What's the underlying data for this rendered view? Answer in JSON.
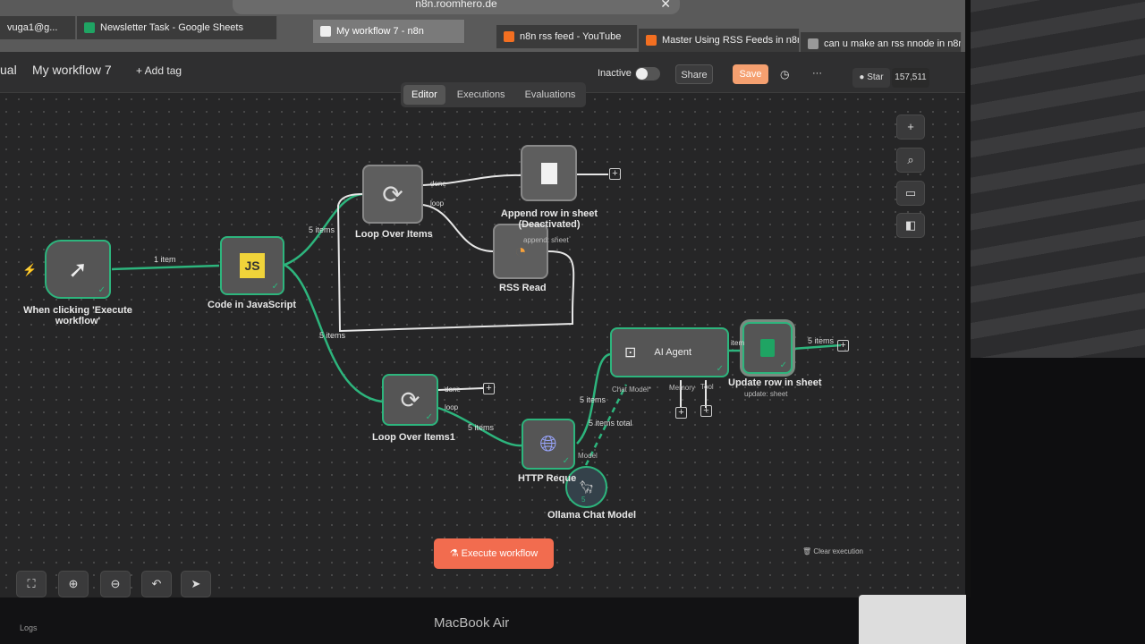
{
  "browser": {
    "url": "n8n.roomhero.de",
    "tabs": [
      {
        "label": "vuga1@g...",
        "color": "#444"
      },
      {
        "label": "Newsletter Task - Google Sheets",
        "color": "#1fa463"
      },
      {
        "label": "My workflow 7 - n8n",
        "color": "#eee"
      },
      {
        "label": "n8n rss feed - YouTube",
        "color": "#f36f21"
      },
      {
        "label": "Master Using RSS Feeds in n8n...",
        "color": "#f36f21"
      },
      {
        "label": "can u make an rss nnode in n8n",
        "color": "#999"
      }
    ]
  },
  "header": {
    "breadcrumb": "ual",
    "title": "My workflow 7",
    "add_tag": "+ Add tag",
    "status": "Inactive",
    "share": "Share",
    "save": "Save",
    "more": "···",
    "star": "Star",
    "star_count": "157,511"
  },
  "view_tabs": [
    "Editor",
    "Executions",
    "Evaluations"
  ],
  "nodes": {
    "trigger": {
      "label": "When clicking 'Execute workflow'"
    },
    "code": {
      "label": "Code in JavaScript",
      "icon": "JS"
    },
    "loop1": {
      "label": "Loop Over Items",
      "done": "done",
      "loop": "loop"
    },
    "append": {
      "label": "Append row in sheet (Deactivated)",
      "sub": "append: sheet"
    },
    "rss": {
      "label": "RSS Read"
    },
    "loop2": {
      "label": "Loop Over Items1",
      "done": "done",
      "loop": "loop"
    },
    "http": {
      "label": "HTTP Reque",
      "model_port": "Model"
    },
    "ollama": {
      "label": "Ollama Chat Model",
      "count": "5"
    },
    "agent": {
      "label": "AI Agent",
      "chat_model": "Chat Model*",
      "memory": "Memory",
      "tool": "Tool"
    },
    "update": {
      "label": "Update row in sheet",
      "sub": "update: sheet"
    }
  },
  "edges": {
    "e1": "1 item",
    "e2": "5 items",
    "e3": "5 items",
    "e4": "5 items",
    "e5": "5 items",
    "e6": "5 items total",
    "e7": "item",
    "e8": "5 items"
  },
  "footer": {
    "execute": "Execute workflow",
    "clear": "Clear execution",
    "logs": "Logs",
    "laptop": "MacBook Air"
  }
}
